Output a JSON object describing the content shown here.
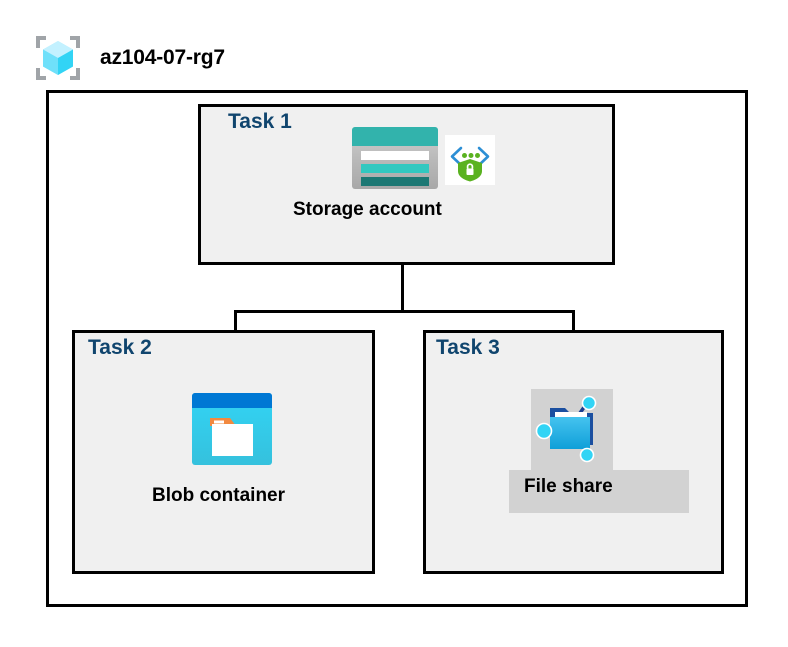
{
  "header": {
    "resource_group_name": "az104-07-rg7",
    "icon": "resource-group-cube-icon"
  },
  "diagram": {
    "container_label": "resource-group-boundary",
    "tasks": [
      {
        "id": "task-1",
        "label": "Task 1",
        "node_label": "Storage account",
        "icons": [
          "storage-account-icon",
          "secure-transfer-shield-icon"
        ],
        "highlighted": false
      },
      {
        "id": "task-2",
        "label": "Task 2",
        "node_label": "Blob container",
        "icons": [
          "blob-container-icon"
        ],
        "highlighted": false
      },
      {
        "id": "task-3",
        "label": "Task 3",
        "node_label": "File share",
        "icons": [
          "file-share-folder-icon"
        ],
        "highlighted": true
      }
    ],
    "connectors": [
      {
        "from": "Storage account",
        "to": "Blob container"
      },
      {
        "from": "Storage account",
        "to": "File share"
      }
    ]
  },
  "colors": {
    "task_label": "#10456e",
    "box_border": "#000000",
    "box_fill": "#f0f0f0",
    "page_background": "#ffffff",
    "highlight_fill": "#d2d2d2",
    "storage_teal": "#32b3ac",
    "storage_teal_dark": "#1d7874",
    "blob_blue": "#0078d4",
    "blob_cyan": "#32c8f0",
    "blob_tab_orange": "#f2893f",
    "shield_green": "#5ab220",
    "bracket_blue": "#2d8fd5",
    "cube_cyan": "#50e6ff",
    "bracket_gray": "#a0a4a8"
  }
}
